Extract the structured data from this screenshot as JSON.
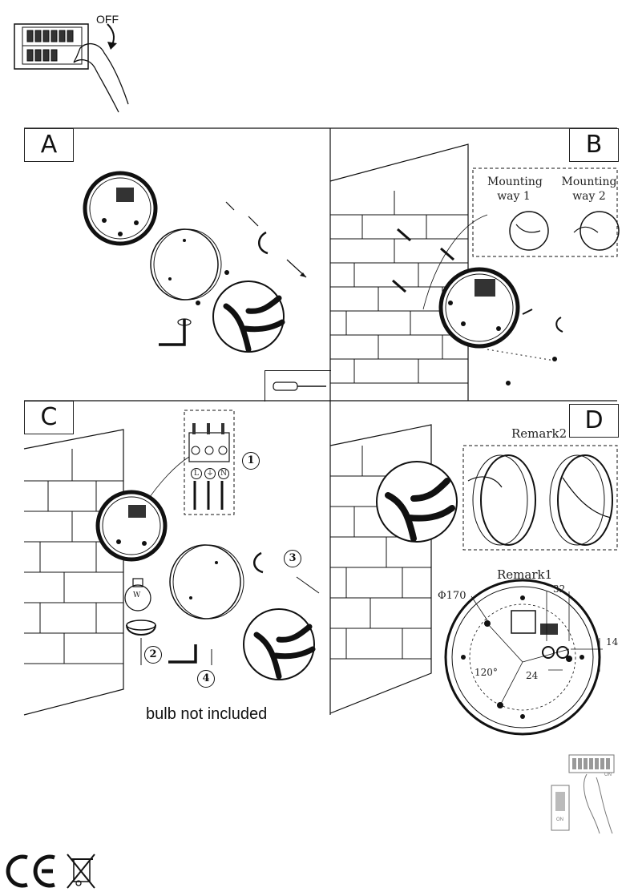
{
  "intro": {
    "off_label": "OFF"
  },
  "panels": {
    "a": {
      "letter": "A"
    },
    "b": {
      "letter": "B",
      "mounting_way_1": [
        "Mounting",
        "way 1"
      ],
      "mounting_way_2": [
        "Mounting",
        "way 2"
      ]
    },
    "c": {
      "letter": "C",
      "steps": [
        "1",
        "2",
        "3",
        "4"
      ],
      "terminals": [
        "L",
        "⏚",
        "N"
      ],
      "bulb_label": "W",
      "note": "bulb not included"
    },
    "d": {
      "letter": "D",
      "remark2": "Remark2",
      "remark1": "Remark1",
      "dimensions": {
        "diameter": "Φ170",
        "d32": "32",
        "d14": "14",
        "d24": "24",
        "angle": "120°"
      }
    }
  },
  "footer": {
    "switch_label": "ON",
    "switch_label_2": "ON",
    "marks": [
      "CE",
      "WEEE crossed-out bin"
    ]
  }
}
